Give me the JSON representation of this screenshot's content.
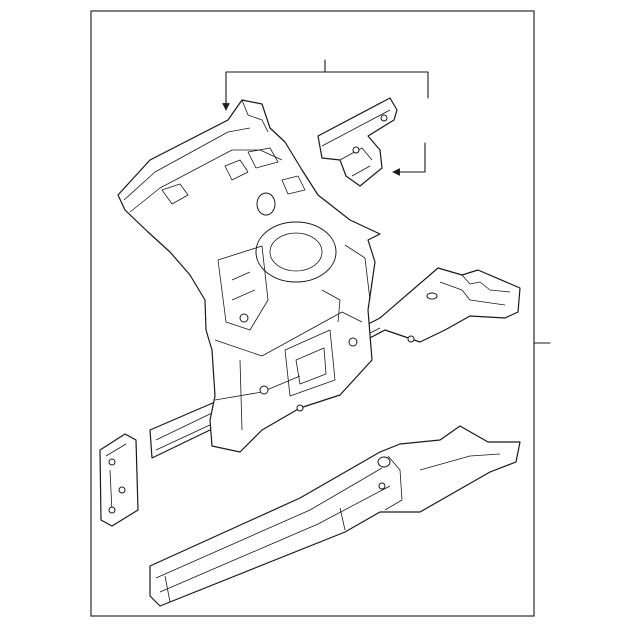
{
  "diagram": {
    "type": "exploded-parts-diagram",
    "parts": [
      "front-apron-assembly",
      "upper-bracket",
      "front-frame-rail",
      "lower-side-rail",
      "small-bracket"
    ],
    "callouts": [
      "apron-group-callout",
      "assembly-callout"
    ],
    "colors": {
      "line": "#1a1a1a",
      "background": "#ffffff"
    }
  }
}
